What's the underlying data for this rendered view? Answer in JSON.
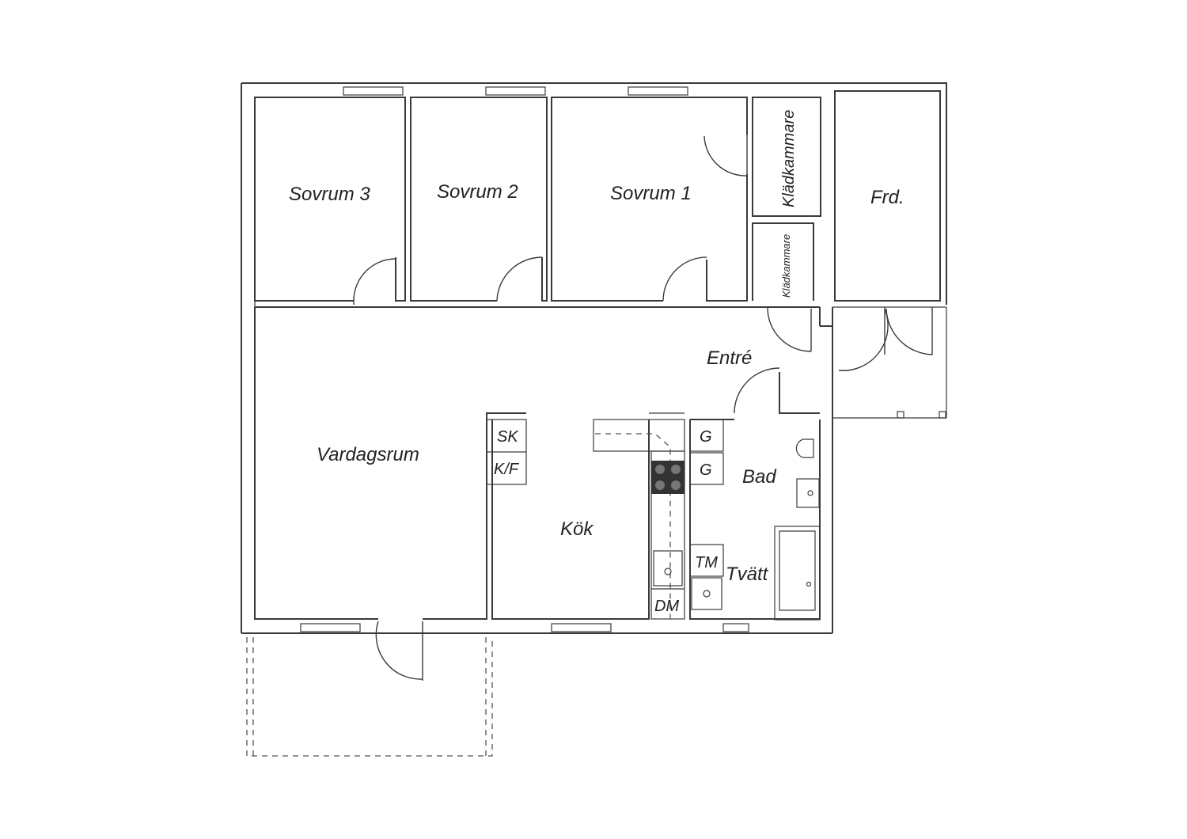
{
  "rooms": {
    "sovrum3": "Sovrum 3",
    "sovrum2": "Sovrum 2",
    "sovrum1": "Sovrum 1",
    "kladkammare_1": "Klädkammare",
    "kladkammare_2": "Klädkammare",
    "frd": "Frd.",
    "entre": "Entré",
    "vardagsrum": "Vardagsrum",
    "kok": "Kök",
    "bad": "Bad",
    "tvatt": "Tvätt"
  },
  "appliances": {
    "sk": "SK",
    "kf": "K/F",
    "g1": "G",
    "g2": "G",
    "tm": "TM",
    "dm": "DM"
  }
}
